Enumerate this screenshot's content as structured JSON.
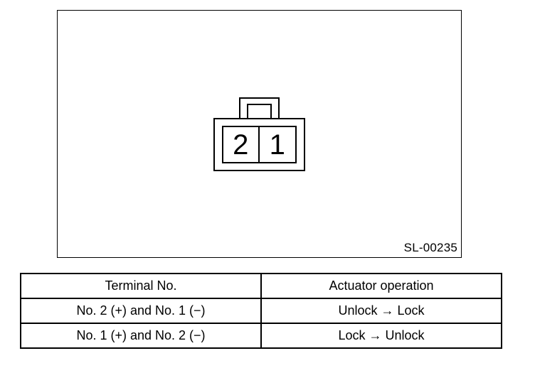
{
  "colors": {
    "foreground": "#000000",
    "background": "#ffffff"
  },
  "diagram": {
    "figure_label": "SL-00235",
    "connector": {
      "terminal_left": "2",
      "terminal_right": "1"
    }
  },
  "table": {
    "headers": [
      "Terminal No.",
      "Actuator operation"
    ],
    "rows": [
      [
        "No. 2 (+) and No. 1 (−)",
        "Unlock → Lock"
      ],
      [
        "No. 1 (+) and No. 2 (−)",
        "Lock → Unlock"
      ]
    ]
  }
}
